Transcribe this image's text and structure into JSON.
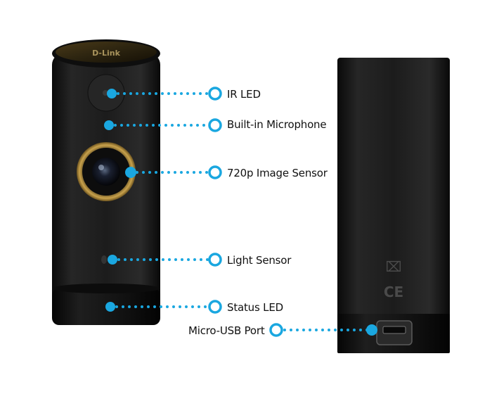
{
  "brand": {
    "logo_text": "D-Link"
  },
  "back_markings": {
    "weee": "⌧",
    "ce": "CE"
  },
  "callouts": {
    "ir_led": "IR LED",
    "microphone": "Built-in Microphone",
    "image_sensor": "720p Image Sensor",
    "light_sensor": "Light Sensor",
    "status_led": "Status LED",
    "usb_port": "Micro-USB Port"
  },
  "colors": {
    "accent": "#1aa7e0",
    "body_dark": "#161616",
    "lens_ring": "#b08a3a"
  }
}
